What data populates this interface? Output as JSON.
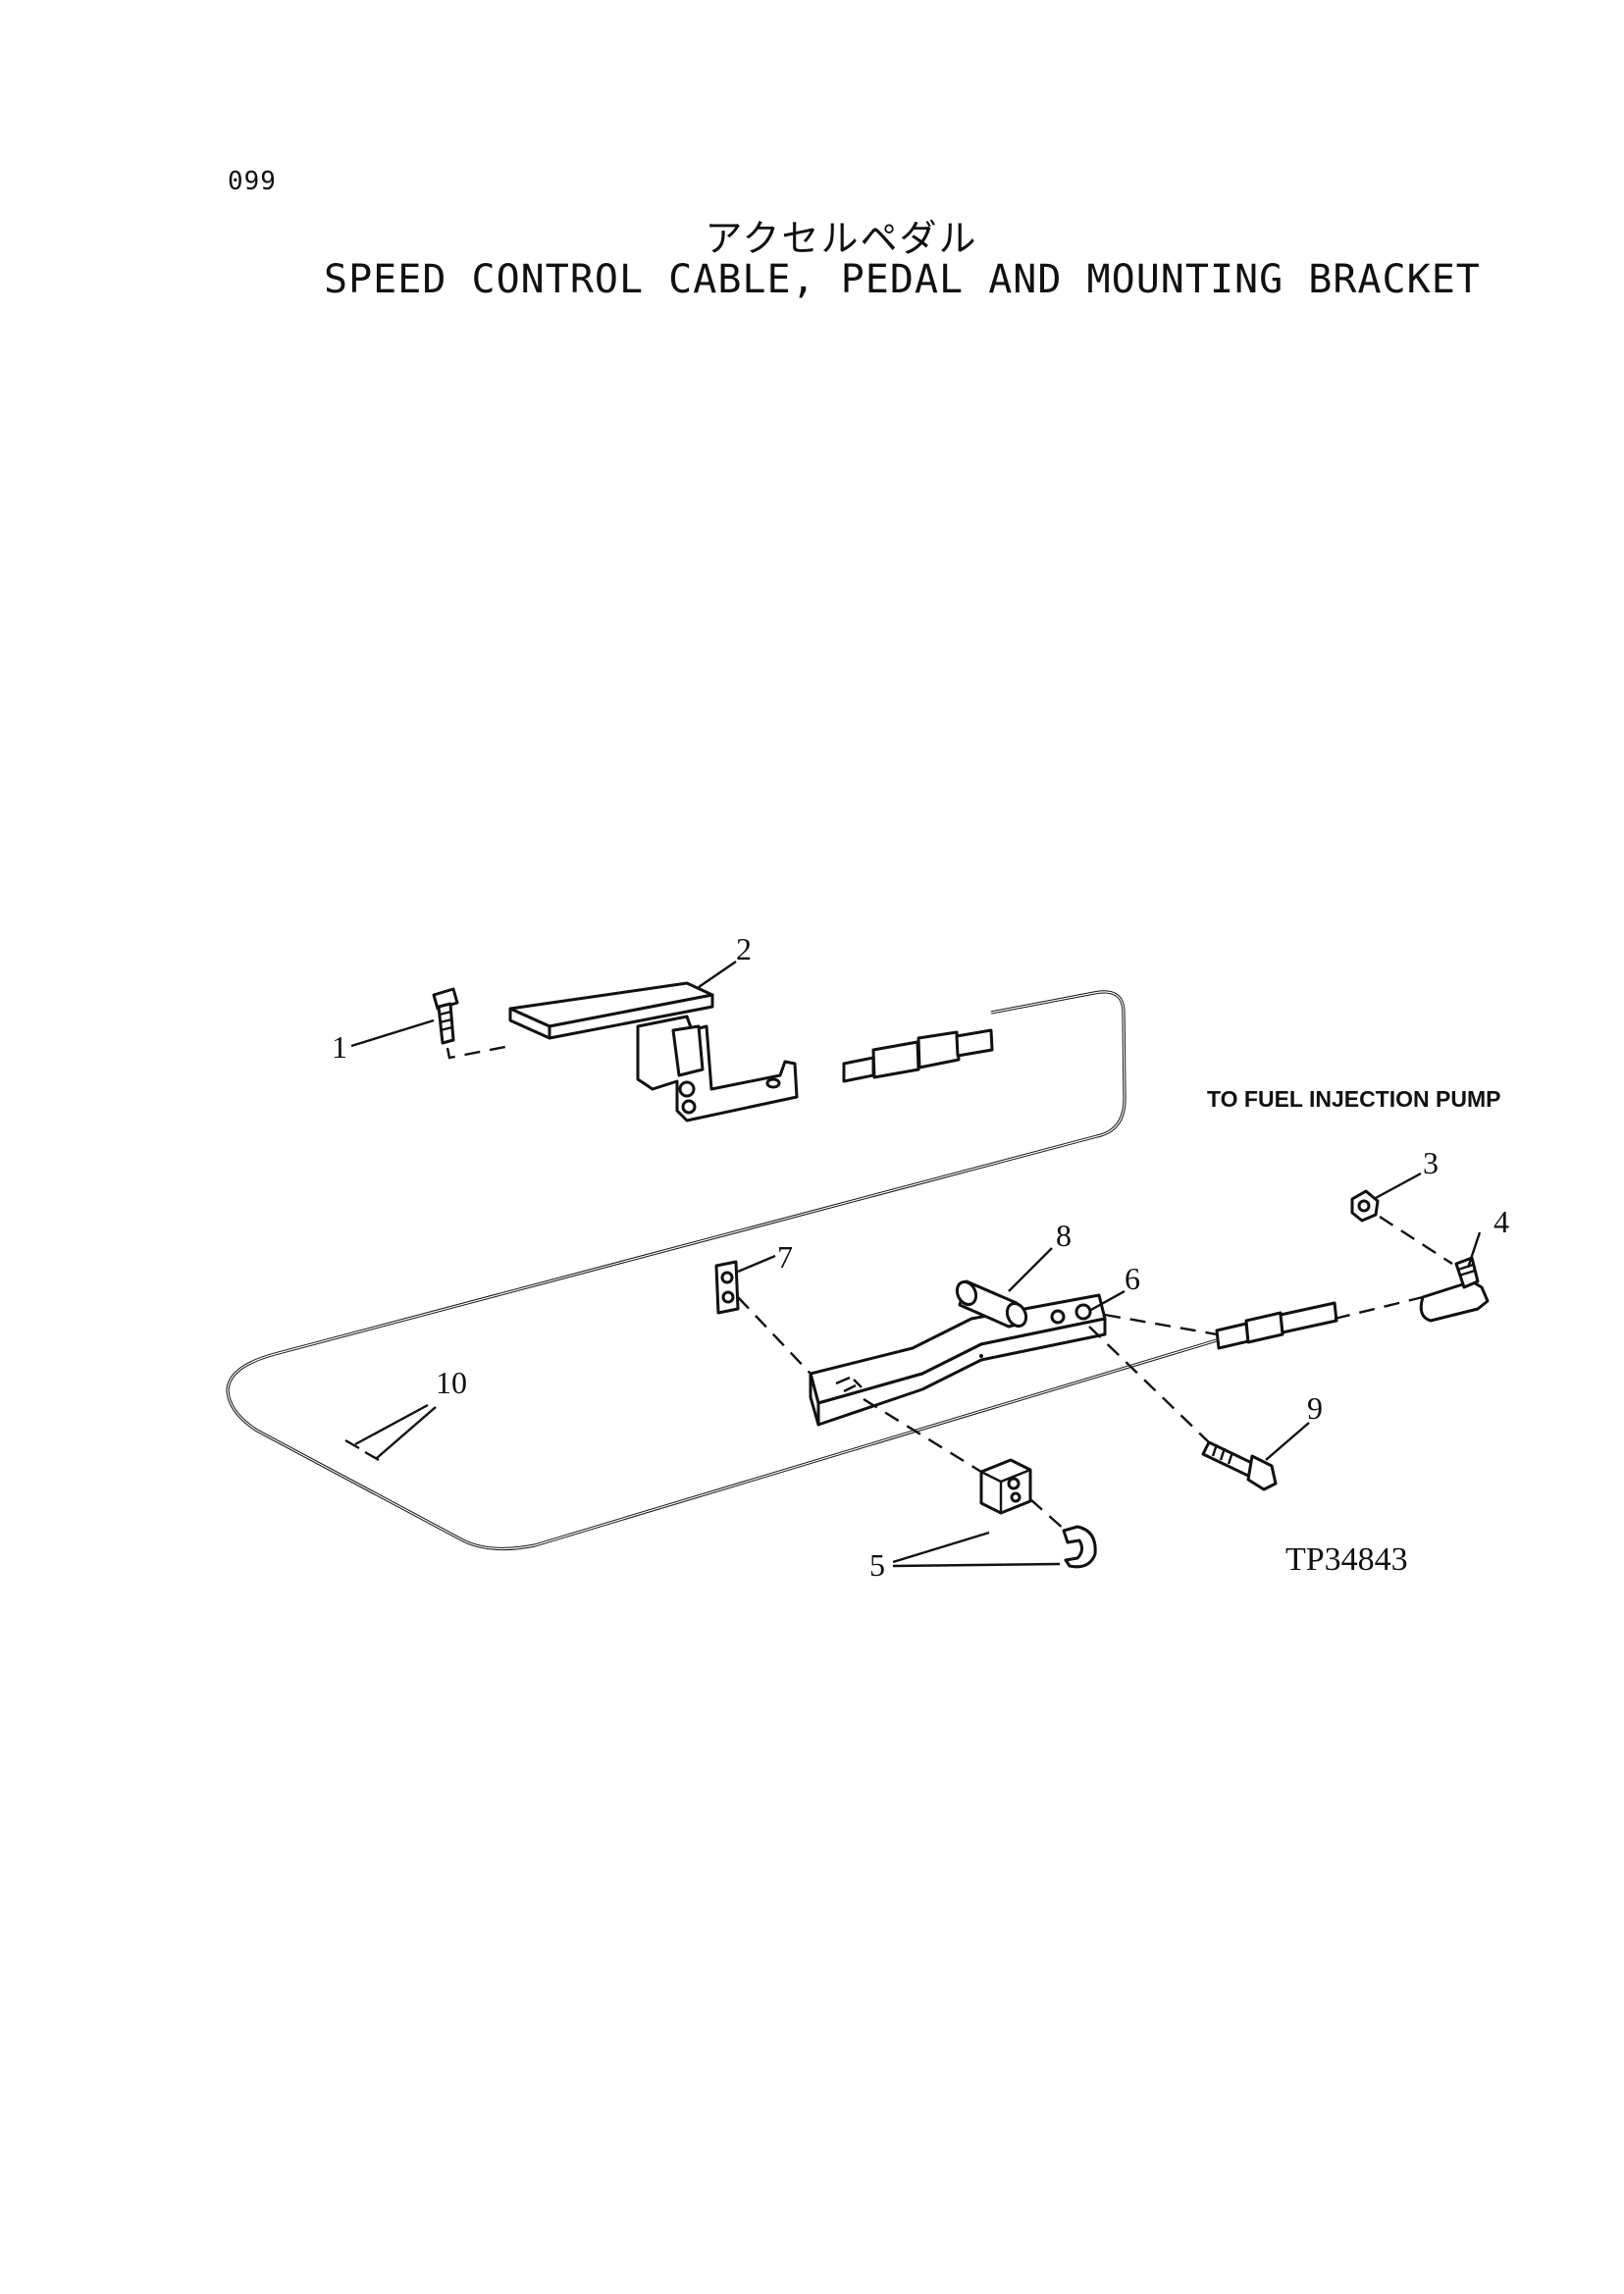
{
  "page_number": "099",
  "title_jp": "アクセルペダル",
  "title_en": "SPEED CONTROL CABLE, PEDAL AND MOUNTING BRACKET",
  "note": "TO FUEL INJECTION PUMP",
  "figure_ref": "TP34843",
  "callouts": [
    "1",
    "2",
    "3",
    "4",
    "5",
    "6",
    "7",
    "8",
    "9",
    "10"
  ]
}
